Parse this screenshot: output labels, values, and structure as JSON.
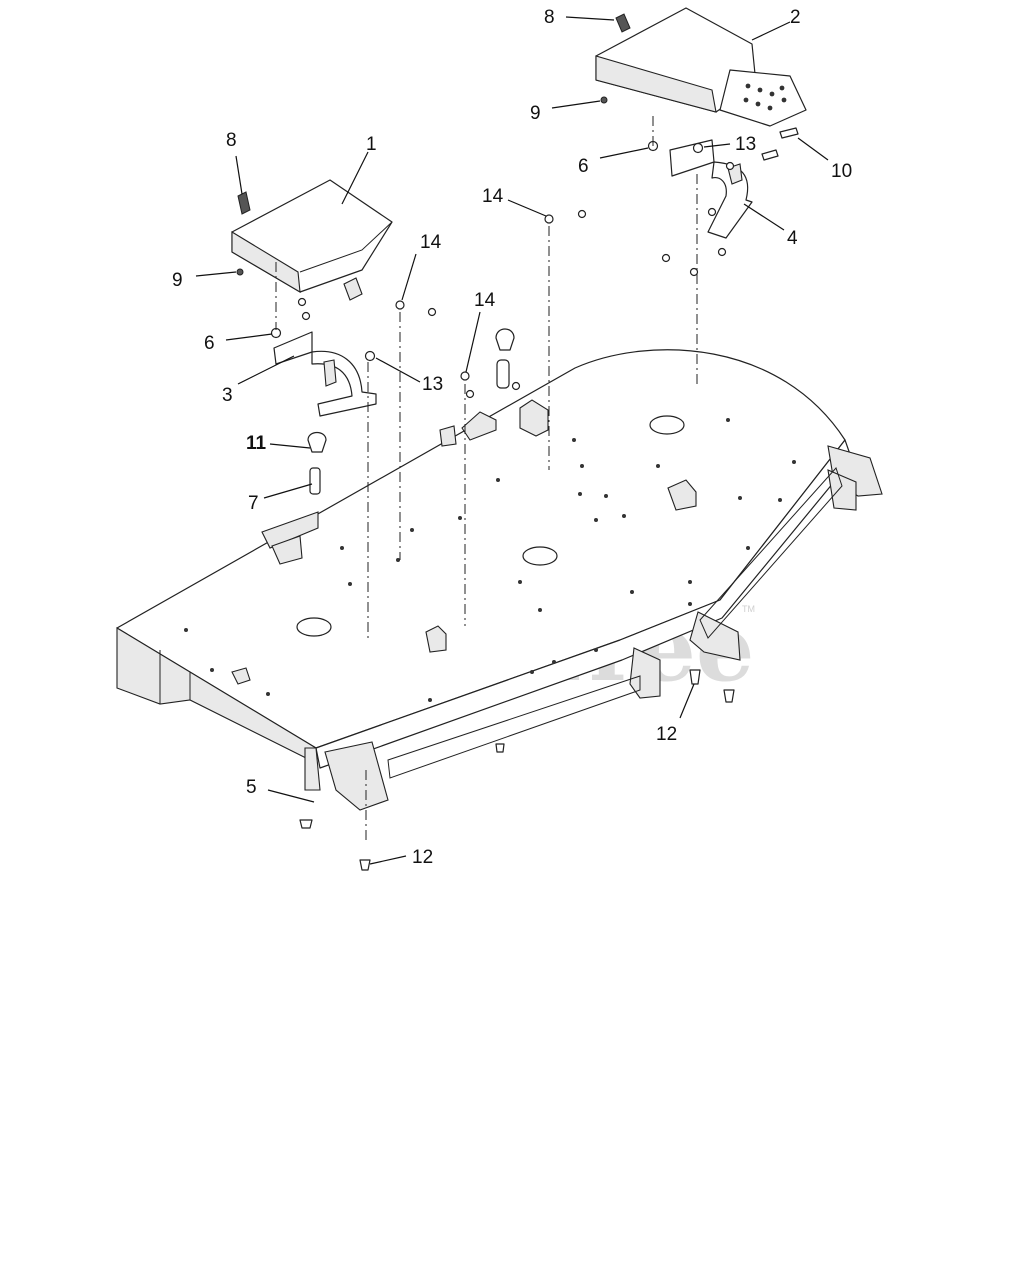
{
  "watermark": {
    "brand": "PartsTree",
    "trademark": "TM"
  },
  "callouts": [
    {
      "id": "c8a",
      "label": "8"
    },
    {
      "id": "c2",
      "label": "2"
    },
    {
      "id": "c9a",
      "label": "9"
    },
    {
      "id": "c6a",
      "label": "6"
    },
    {
      "id": "c13a",
      "label": "13"
    },
    {
      "id": "c10",
      "label": "10"
    },
    {
      "id": "c4",
      "label": "4"
    },
    {
      "id": "c14a",
      "label": "14"
    },
    {
      "id": "c8b",
      "label": "8"
    },
    {
      "id": "c1",
      "label": "1"
    },
    {
      "id": "c9b",
      "label": "9"
    },
    {
      "id": "c14b",
      "label": "14"
    },
    {
      "id": "c14c",
      "label": "14"
    },
    {
      "id": "c6b",
      "label": "6"
    },
    {
      "id": "c3",
      "label": "3"
    },
    {
      "id": "c13b",
      "label": "13"
    },
    {
      "id": "c11",
      "label": "11"
    },
    {
      "id": "c7",
      "label": "7"
    },
    {
      "id": "c12a",
      "label": "12"
    },
    {
      "id": "c5",
      "label": "5"
    },
    {
      "id": "c12b",
      "label": "12"
    }
  ]
}
